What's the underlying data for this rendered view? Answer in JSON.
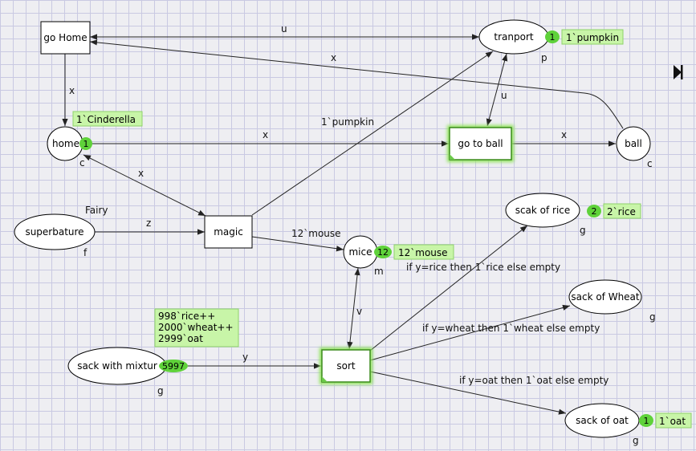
{
  "colors": {
    "token": "#5fd23a",
    "marking_fill": "#c8f5a8",
    "marking_border": "#8fd36a",
    "enabled_glow": "#8fe35c"
  },
  "places": {
    "tranport": {
      "label": "tranport",
      "type": "p",
      "count": "1",
      "marking": "1`pumpkin"
    },
    "home": {
      "label": "home",
      "type": "c",
      "count": "1",
      "marking": "1`Cinderella"
    },
    "ball": {
      "label": "ball",
      "type": "c"
    },
    "superbature": {
      "label": "superbature",
      "type": "f",
      "note": "Fairy"
    },
    "mice": {
      "label": "mice",
      "type": "m",
      "count": "12",
      "marking": "12`mouse"
    },
    "scak_of_rice": {
      "label": "scak of rice",
      "type": "g",
      "count": "2",
      "marking": "2`rice"
    },
    "sack_of_wheat": {
      "label": "sack of Wheat",
      "type": "g"
    },
    "sack_with_mixture": {
      "label": "sack with mixtur",
      "type": "g",
      "count": "5997",
      "marking_lines": [
        "998`rice++",
        "2000`wheat++",
        "2999`oat"
      ]
    },
    "sack_of_oat": {
      "label": "sack of oat",
      "type": "g",
      "count": "1",
      "marking": "1`oat"
    }
  },
  "transitions": {
    "go_home": {
      "label": "go Home"
    },
    "go_to_ball": {
      "label": "go to ball"
    },
    "magic": {
      "label": "magic"
    },
    "sort": {
      "label": "sort"
    }
  },
  "arcs": {
    "gohome_tranport": "u",
    "ball_gohome": "x",
    "gohome_home": "x",
    "home_gotoball": "x",
    "gotoball_ball": "x",
    "tranport_gotoball": "u",
    "home_magic": "x",
    "superbature_magic": "z",
    "magic_tranport": "1`pumpkin",
    "magic_mice": "12`mouse",
    "mice_sort": "v",
    "mixture_sort": "y",
    "sort_rice": "if y=rice then 1`rice else empty",
    "sort_wheat": "if y=wheat then 1`wheat else empty",
    "sort_oat": "if y=oat then 1`oat else empty"
  },
  "toolbar": {
    "step_icon": "step-forward-icon"
  }
}
